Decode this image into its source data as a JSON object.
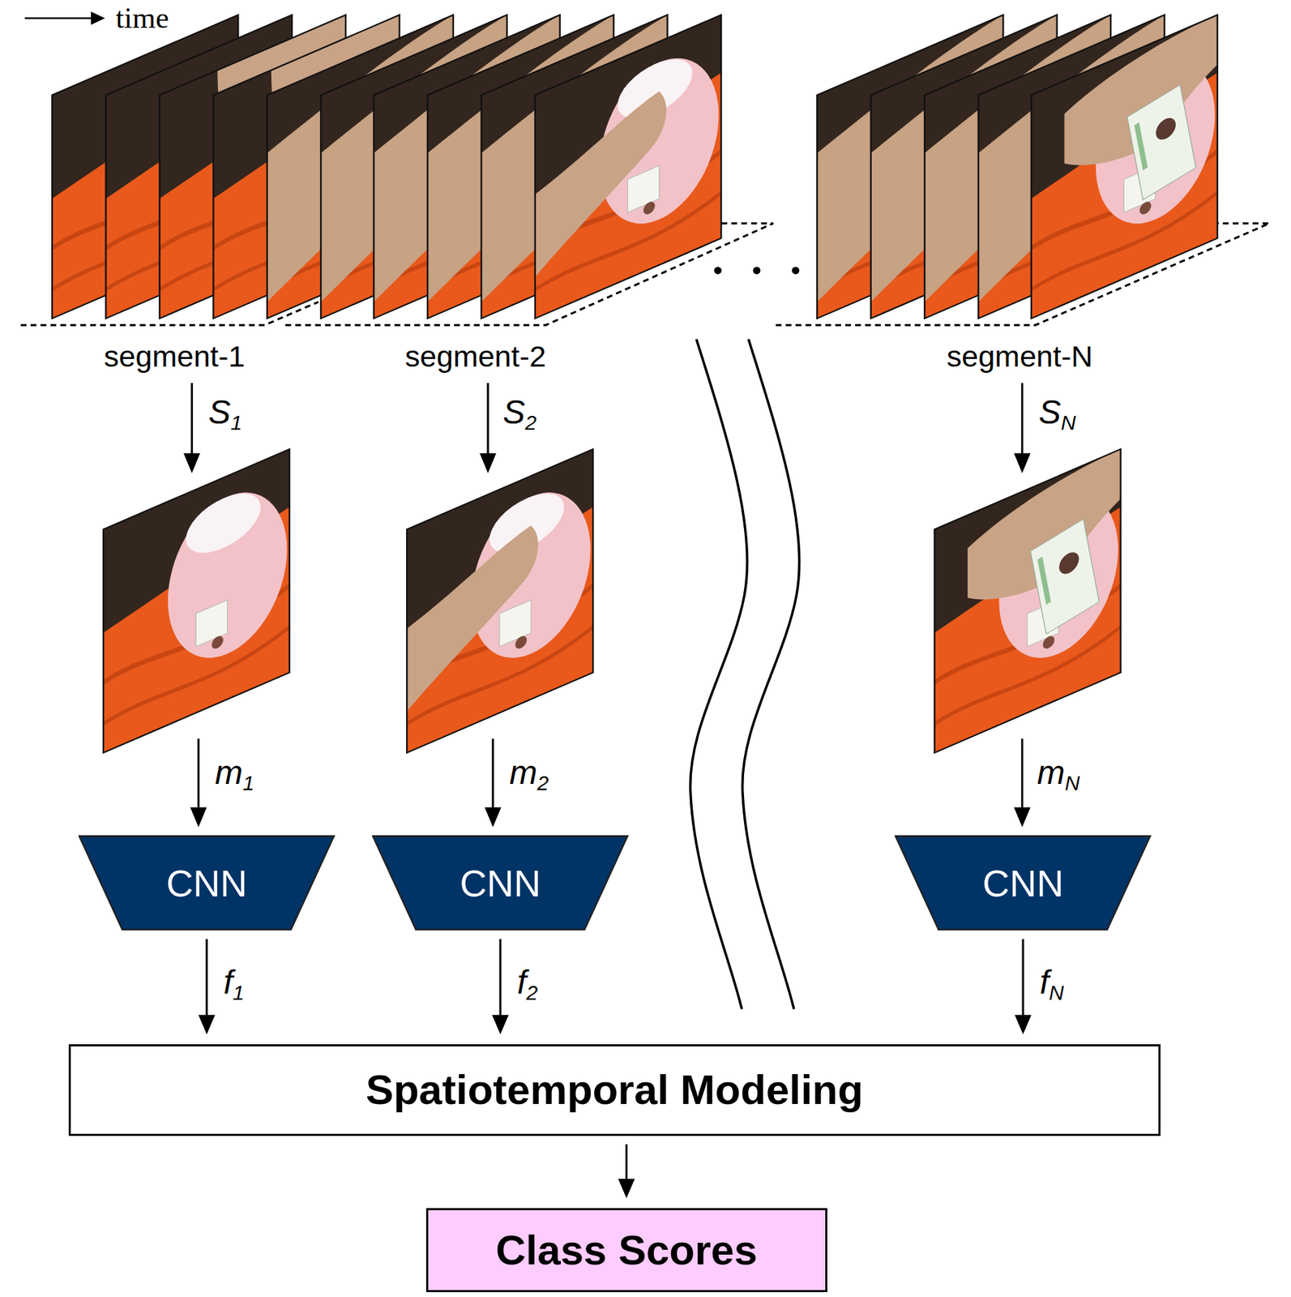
{
  "diagram": {
    "nodes": [
      {
        "text": [
          "CNN"
        ]
      },
      {
        "text": [
          "CNN"
        ]
      },
      {
        "text": [
          "CNN"
        ]
      },
      {
        "text": [
          "Spatiotemporal Modeling"
        ]
      },
      {
        "text": [
          "Class Scores"
        ]
      }
    ],
    "edges": [
      {
        "from": 0,
        "to": 3,
        "label": "f1",
        "arrow": "to"
      },
      {
        "from": 1,
        "to": 3,
        "label": "f2",
        "arrow": "to"
      },
      {
        "from": 2,
        "to": 3,
        "label": "fN",
        "arrow": "to"
      },
      {
        "from": 3,
        "to": 4,
        "arrow": "to"
      }
    ],
    "labels": [
      "time",
      "segment-1",
      "segment-2",
      "segment-N",
      "S1",
      "S2",
      "SN",
      "m1",
      "m2",
      "mN"
    ]
  }
}
